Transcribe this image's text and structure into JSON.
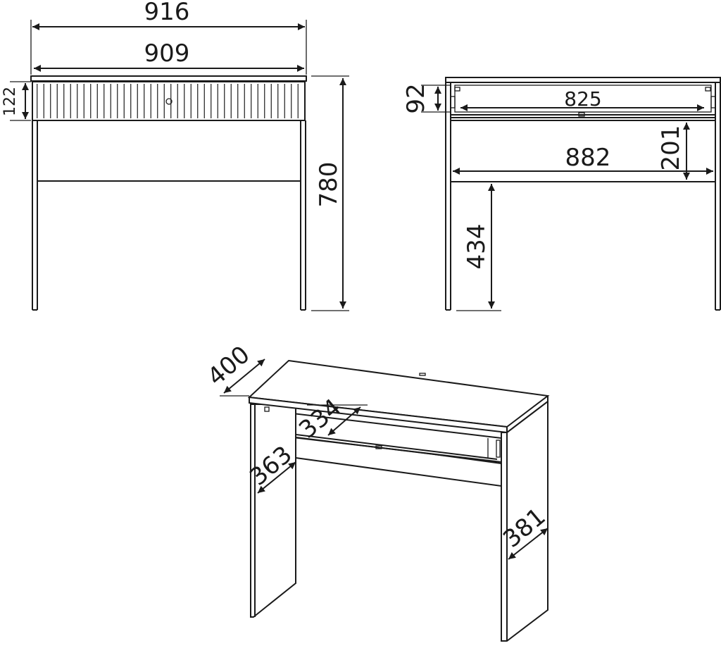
{
  "front_view": {
    "overall_width": "916",
    "inner_width": "909",
    "drawer_height": "122",
    "overall_height": "780"
  },
  "back_view": {
    "drawer_height": "92",
    "drawer_inner_width": "825",
    "leg_span": "882",
    "apron_height": "201",
    "knee_height": "434"
  },
  "iso_view": {
    "depth": "400",
    "drawer_depth": "334",
    "side_depth_left": "363",
    "side_depth_right": "381"
  }
}
